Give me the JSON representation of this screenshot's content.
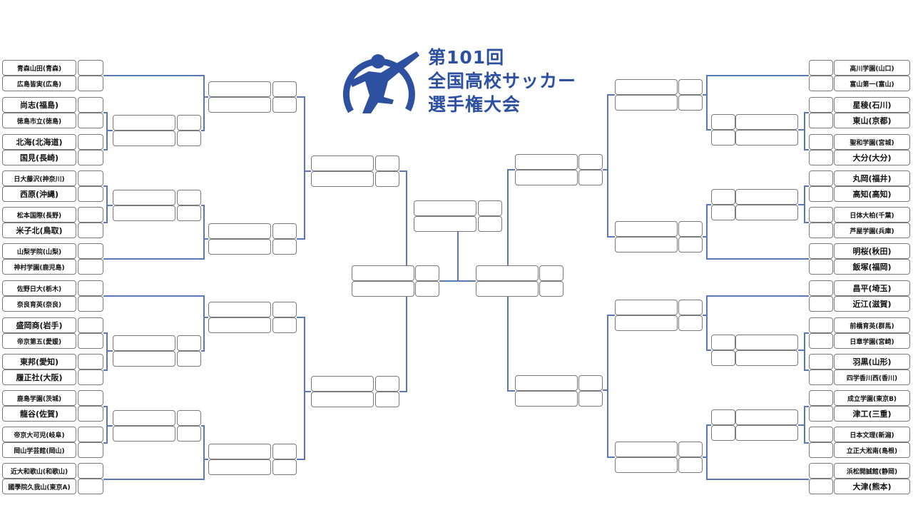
{
  "title": {
    "line1": "第101回",
    "line2": "全国高校サッカー",
    "line3": "選手権大会"
  },
  "colors": {
    "brand": "#2d50a0",
    "bracket_line": "#5a78b4",
    "box_border": "#7a7a7a"
  },
  "left_teams": [
    "青森山田(青森)",
    "広島皆実(広島)",
    "尚志(福島)",
    "徳島市立(徳島)",
    "北海(北海道)",
    "国見(長崎)",
    "日大藤沢(神奈川)",
    "西原(沖縄)",
    "松本国際(長野)",
    "米子北(鳥取)",
    "山梨学院(山梨)",
    "神村学園(鹿児島)",
    "佐野日大(栃木)",
    "奈良育英(奈良)",
    "盛岡商(岩手)",
    "帝京第五(愛媛)",
    "東邦(愛知)",
    "履正社(大阪)",
    "鹿島学園(茨城)",
    "龍谷(佐賀)",
    "帝京大可児(岐阜)",
    "岡山学芸館(岡山)",
    "近大和歌山(和歌山)",
    "國學院久我山(東京A)"
  ],
  "right_teams": [
    "高川学園(山口)",
    "富山第一(富山)",
    "星稜(石川)",
    "東山(京都)",
    "聖和学園(宮城)",
    "大分(大分)",
    "丸岡(福井)",
    "高知(高知)",
    "日体大柏(千葉)",
    "芦屋学園(兵庫)",
    "明桜(秋田)",
    "飯塚(福岡)",
    "昌平(埼玉)",
    "近江(滋賀)",
    "前橋育英(群馬)",
    "日章学園(宮崎)",
    "羽黒(山形)",
    "四学香川西(香川)",
    "成立学園(東京B)",
    "津工(三重)",
    "日本文理(新潟)",
    "立正大淞南(島根)",
    "浜松開誠館(静岡)",
    "大津(熊本)"
  ]
}
